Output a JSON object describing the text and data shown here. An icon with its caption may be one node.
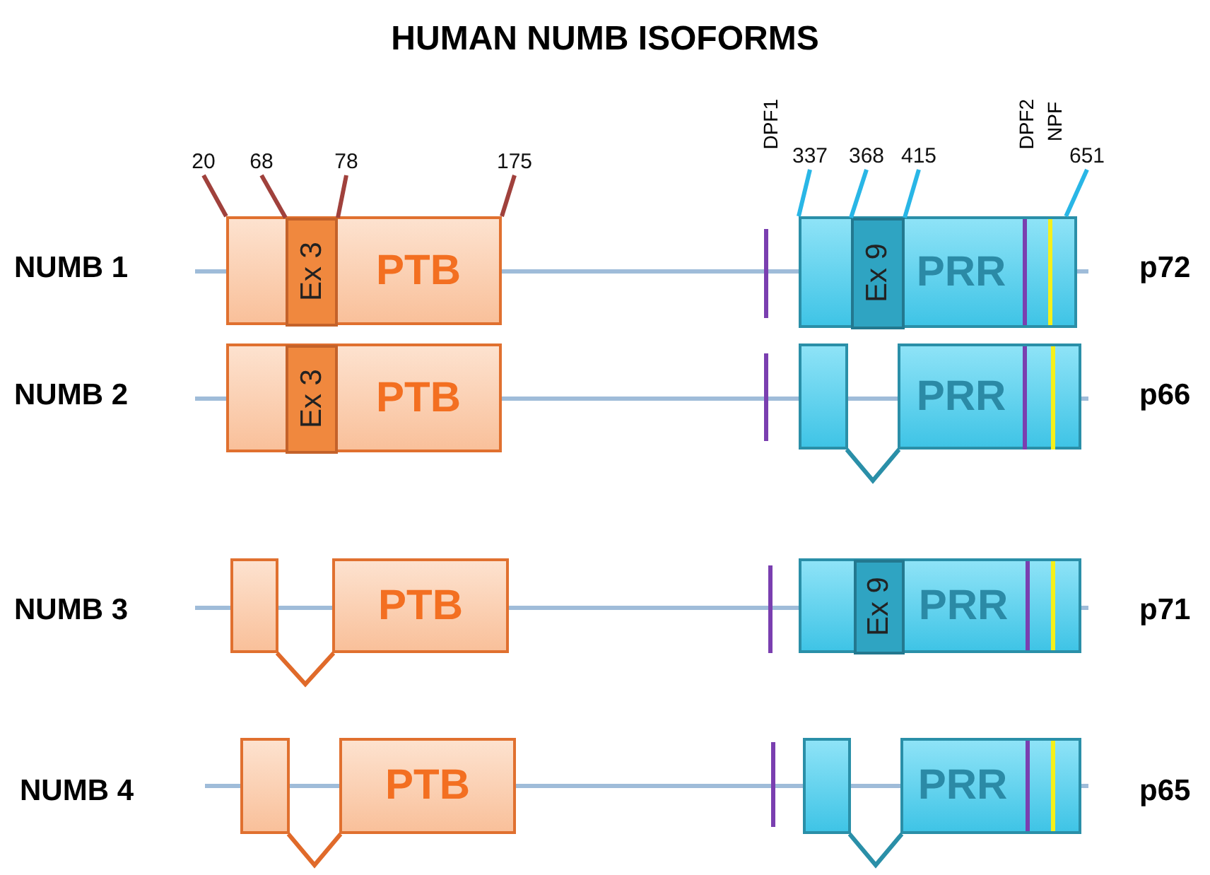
{
  "diagram": {
    "title": "HUMAN NUMB ISOFORMS",
    "nodes": [
      {
        "text": [
          "PTB"
        ]
      },
      {
        "text": [
          "Ex 3"
        ],
        "in": 0
      },
      {
        "text": [
          "PRR"
        ]
      },
      {
        "text": [
          "Ex 9"
        ],
        "in": 2
      },
      {
        "text": [
          "PTB"
        ]
      },
      {
        "text": [
          "Ex 3"
        ],
        "in": 4
      },
      {
        "text": [],
        "shape": "box"
      },
      {
        "text": [
          "PRR"
        ]
      },
      {
        "text": [],
        "shape": "box"
      },
      {
        "text": [
          "PTB"
        ]
      },
      {
        "text": [
          "PRR"
        ]
      },
      {
        "text": [
          "Ex 9"
        ],
        "in": 10
      },
      {
        "text": [],
        "shape": "box"
      },
      {
        "text": [
          "PTB"
        ]
      },
      {
        "text": [],
        "shape": "box"
      },
      {
        "text": [
          "PRR"
        ]
      },
      {
        "text": [
          "20"
        ]
      },
      {
        "text": [
          "68"
        ]
      },
      {
        "text": [
          "78"
        ]
      },
      {
        "text": [
          "175"
        ]
      },
      {
        "text": [
          "337"
        ]
      },
      {
        "text": [
          "368"
        ]
      },
      {
        "text": [
          "415"
        ]
      },
      {
        "text": [
          "651"
        ]
      }
    ],
    "edges": [
      {
        "from": 16,
        "to": 0,
        "arrow": "none",
        "color": "#a0413c"
      },
      {
        "from": 17,
        "to": 1,
        "arrow": "none",
        "color": "#a0413c"
      },
      {
        "from": 18,
        "to": 1,
        "arrow": "none",
        "color": "#a0413c"
      },
      {
        "from": 19,
        "to": 0,
        "arrow": "none",
        "color": "#a0413c"
      },
      {
        "from": 20,
        "to": 2,
        "arrow": "none",
        "color": "#29b6e6"
      },
      {
        "from": 21,
        "to": 3,
        "arrow": "none",
        "color": "#29b6e6"
      },
      {
        "from": 22,
        "to": 3,
        "arrow": "none",
        "color": "#29b6e6"
      },
      {
        "from": 23,
        "to": 2,
        "arrow": "none",
        "color": "#29b6e6"
      },
      {
        "from": 6,
        "to": 7,
        "arrow": "none",
        "color": "#2a8fa8"
      },
      {
        "from": 8,
        "to": 9,
        "arrow": "none",
        "color": "#e06a2a"
      },
      {
        "from": 12,
        "to": 13,
        "arrow": "none",
        "color": "#e06a2a"
      },
      {
        "from": 14,
        "to": 15,
        "arrow": "none",
        "color": "#2a8fa8"
      }
    ],
    "labels": [
      "DPF1",
      "DPF2",
      "NPF",
      "NUMB 1",
      "p72",
      "NUMB 2",
      "p66",
      "NUMB 3",
      "p71",
      "NUMB 4",
      "p65"
    ]
  }
}
